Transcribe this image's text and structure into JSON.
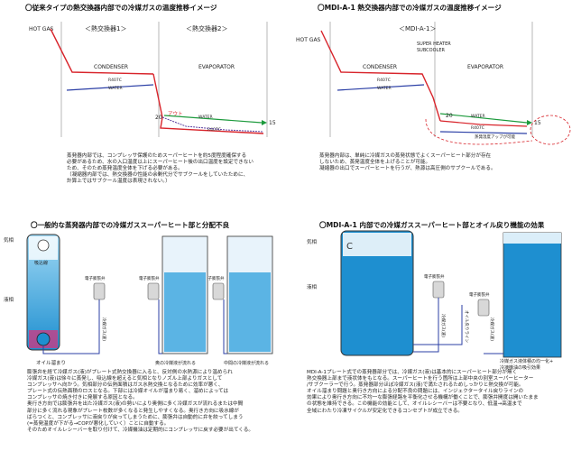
{
  "q1": {
    "title": "〇従来タイプの熱交換器内部での冷媒ガスの温度推移イメージ",
    "hotgas": "HOT GAS",
    "hx1": "＜熱交換器1＞",
    "hx2": "＜熱交換器2＞",
    "condenser": "CONDENSER",
    "evaporator": "EVAPORATOR",
    "r407c_a": "R407C",
    "water_a": "WATER",
    "r407c_b": "R407C",
    "water_b": "WATER",
    "in_temp": "20",
    "out_label": "アウト",
    "out_temp": "15",
    "desc": "蒸発器内部では、コンプレッサ保護のためスーパーヒートを約5度程度確保する\n必要があるため、水の入口温度以上にスーパーヒート後の出口温度を設定できない\nため、そのため蒸発温度全体を下げる必要がある。\n（凝縮器内部では、熱交換器の性能の余剰代分でサブクールをしていたために、\n計算上ではサブクール温度は表現されない。）"
  },
  "q2": {
    "title": "〇MDI-A-1 熱交換器内部での冷媒ガスの温度推移イメージ",
    "hotgas": "HOT GAS",
    "mdi": "＜MDI-A-1＞",
    "superheater": "SUPER HEATER",
    "subcooler": "SUBCOOLER",
    "condenser": "CONDENSER",
    "evaporator": "EVAPORATOR",
    "r407c_a": "R407C",
    "water_a": "WATER",
    "water_b": "WATER",
    "r407c_b": "R407C",
    "in_temp": "20",
    "out_temp": "15",
    "uplabel": "蒸発温度アップが可能",
    "desc": "蒸発器内部は、単純に冷媒ガスの蒸発状態でよくスーパーヒート部分が存在\nしないため、蒸発温度全体を上げることが可能。\n凝縮器の出口でスーパーヒートを行うが、熱源は高圧側のサブクールである。"
  },
  "q3": {
    "title": "〇一般的な蒸発器内部での冷媒ガススーパーヒート部と分配不良",
    "gas_label": "気相",
    "liq_label": "液相",
    "pipe_label": "吸込線",
    "valve1": "電子膨張弁",
    "valve2": "電子膨張弁",
    "valve3": "電子膨張弁",
    "inflow": "冷媒ガス(液)",
    "oil": "オイル溜まり",
    "cap2": "奥の冷媒液が流れる",
    "cap3": "中間の冷媒液が流れる",
    "desc": "膨張弁を経て冷媒ガス(液)がプレート式熱交換器に入ると、反対側の水熱源により温められ\n冷媒ガス(液)は徐々に蒸発し、吸込線を超えると気相となりノズル上部よりガスとして\nコンプレッサへ向かう。気相部分の伝熱面積はガス水熱交換となるために効率が悪く、\nプレート式の伝熱面積のロスとなる。下部には冷媒オイルが溜まり易く、溜めによっては\nコンプレッサの焼き付きに発展する原因となる。\n奥行き方向では膨張弁を出た冷媒ガス(液)の勢いにより奥側に多く冷媒ガスが流れるまたは中間\n部分に多く流れる現象がプレート枚数が多くなると発生しやすくなる。奥行き方向に吸水線が\nばらつくと、コンプレッサに液戻りが戻ってしまうために、膨張弁は自動的に弁を絞ってしまう\n(=蒸発温度が下がる→COPが悪化していく）ことに自動する。\nそのためオイルレシーバーを取り付けて、冷媒機油は定期的にコンプレッサに戻す必要が出てくる。"
  },
  "q4": {
    "title": "〇MDI-A-1 内部での冷媒ガススーパーヒート部とオイル戻り機能の効果",
    "gas_label": "気相",
    "liq_label": "液相",
    "valve1": "電子膨張弁",
    "valve2": "電子膨張弁",
    "inflow": "冷媒ガス(液)",
    "oil_return": "オイル戻りライン",
    "inflow2": "冷媒ガス(液)",
    "cap": "冷媒ガス液体積の均一化+\n冷凍機油の吸引効果",
    "desc": "MDI-A-1プレート式での蒸発器部分では、冷媒ガス(液)は基本的にスーパーヒート部分が無く\n熱交換器上部まで液状体をもとなる。スーパーヒートを行う箇所は上部中央の別室スーパーヒーター\n/サブクーラーで行う。蒸発器部分ほぼ冷媒ガス(液)で満たされるためしっかりと熱交換が可能。\nオイル溜まり問題と奥行き方向による分配不良の問題には、インジェクタータイル戻りラインの\n効果により奥行き方向に不均一な膨張経路を平衡化させる機構が働くことで、膨張弁開度は開いたまま\nの状態を維持できる。この機能の効能として、オイルレシーバーは不要となり、低温→高温まで\n全域にわたり冷凍サイクルが安定化できるコンセプトが成立できる。"
  },
  "colors": {
    "red": "#d8242b",
    "blue": "#2b3fa6",
    "green": "#1c9a3c",
    "purple": "#5a3fa0",
    "water_blue": "#1e8fd0",
    "pink": "#d6357e"
  }
}
